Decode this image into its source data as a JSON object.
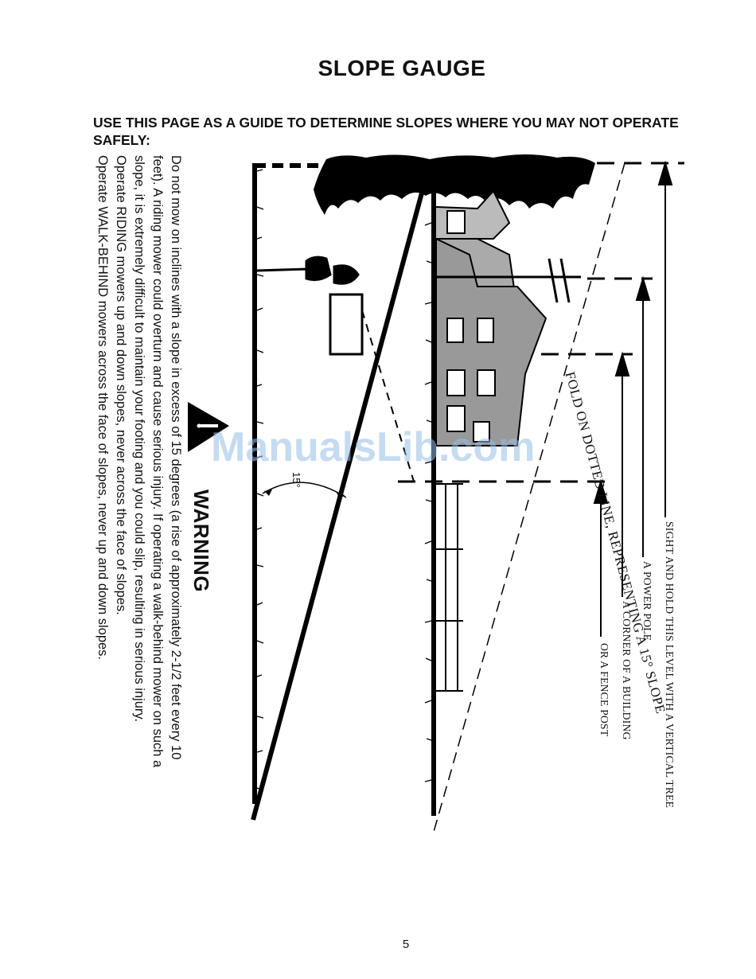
{
  "page": {
    "title": "SLOPE GAUGE",
    "intro": "USE THIS PAGE AS A GUIDE TO DETERMINE SLOPES WHERE YOU MAY NOT OPERATE SAFELY:",
    "page_number": "5",
    "watermark": "ManualsLib.com"
  },
  "warning": {
    "title": "WARNING",
    "lines": [
      "Do not mow on inclines with a slope in excess of 15 degrees (a rise of approximately 2-1/2 feet every 10",
      "feet). A riding mower could overturn and cause serious injury. If operating a walk-behind mower on such a",
      "slope, it is extremely difficult to maintain your footing and you could slip, resulting in serious injury.",
      "Operate RIDING mowers up and down slopes, never across the face of slopes.",
      "Operate WALK-BEHIND mowers across the face of slopes, never up and down slopes."
    ]
  },
  "diagram": {
    "angle_label": "15°",
    "fold_label": "FOLD ON DOTTED LINE, REPRESENTING A 15° SLOPE",
    "sight_labels": [
      "SIGHT AND HOLD THIS LEVEL WITH A VERTICAL TREE",
      "A POWER POLE",
      "A CORNER OF A BUILDING",
      "OR A FENCE POST"
    ]
  }
}
